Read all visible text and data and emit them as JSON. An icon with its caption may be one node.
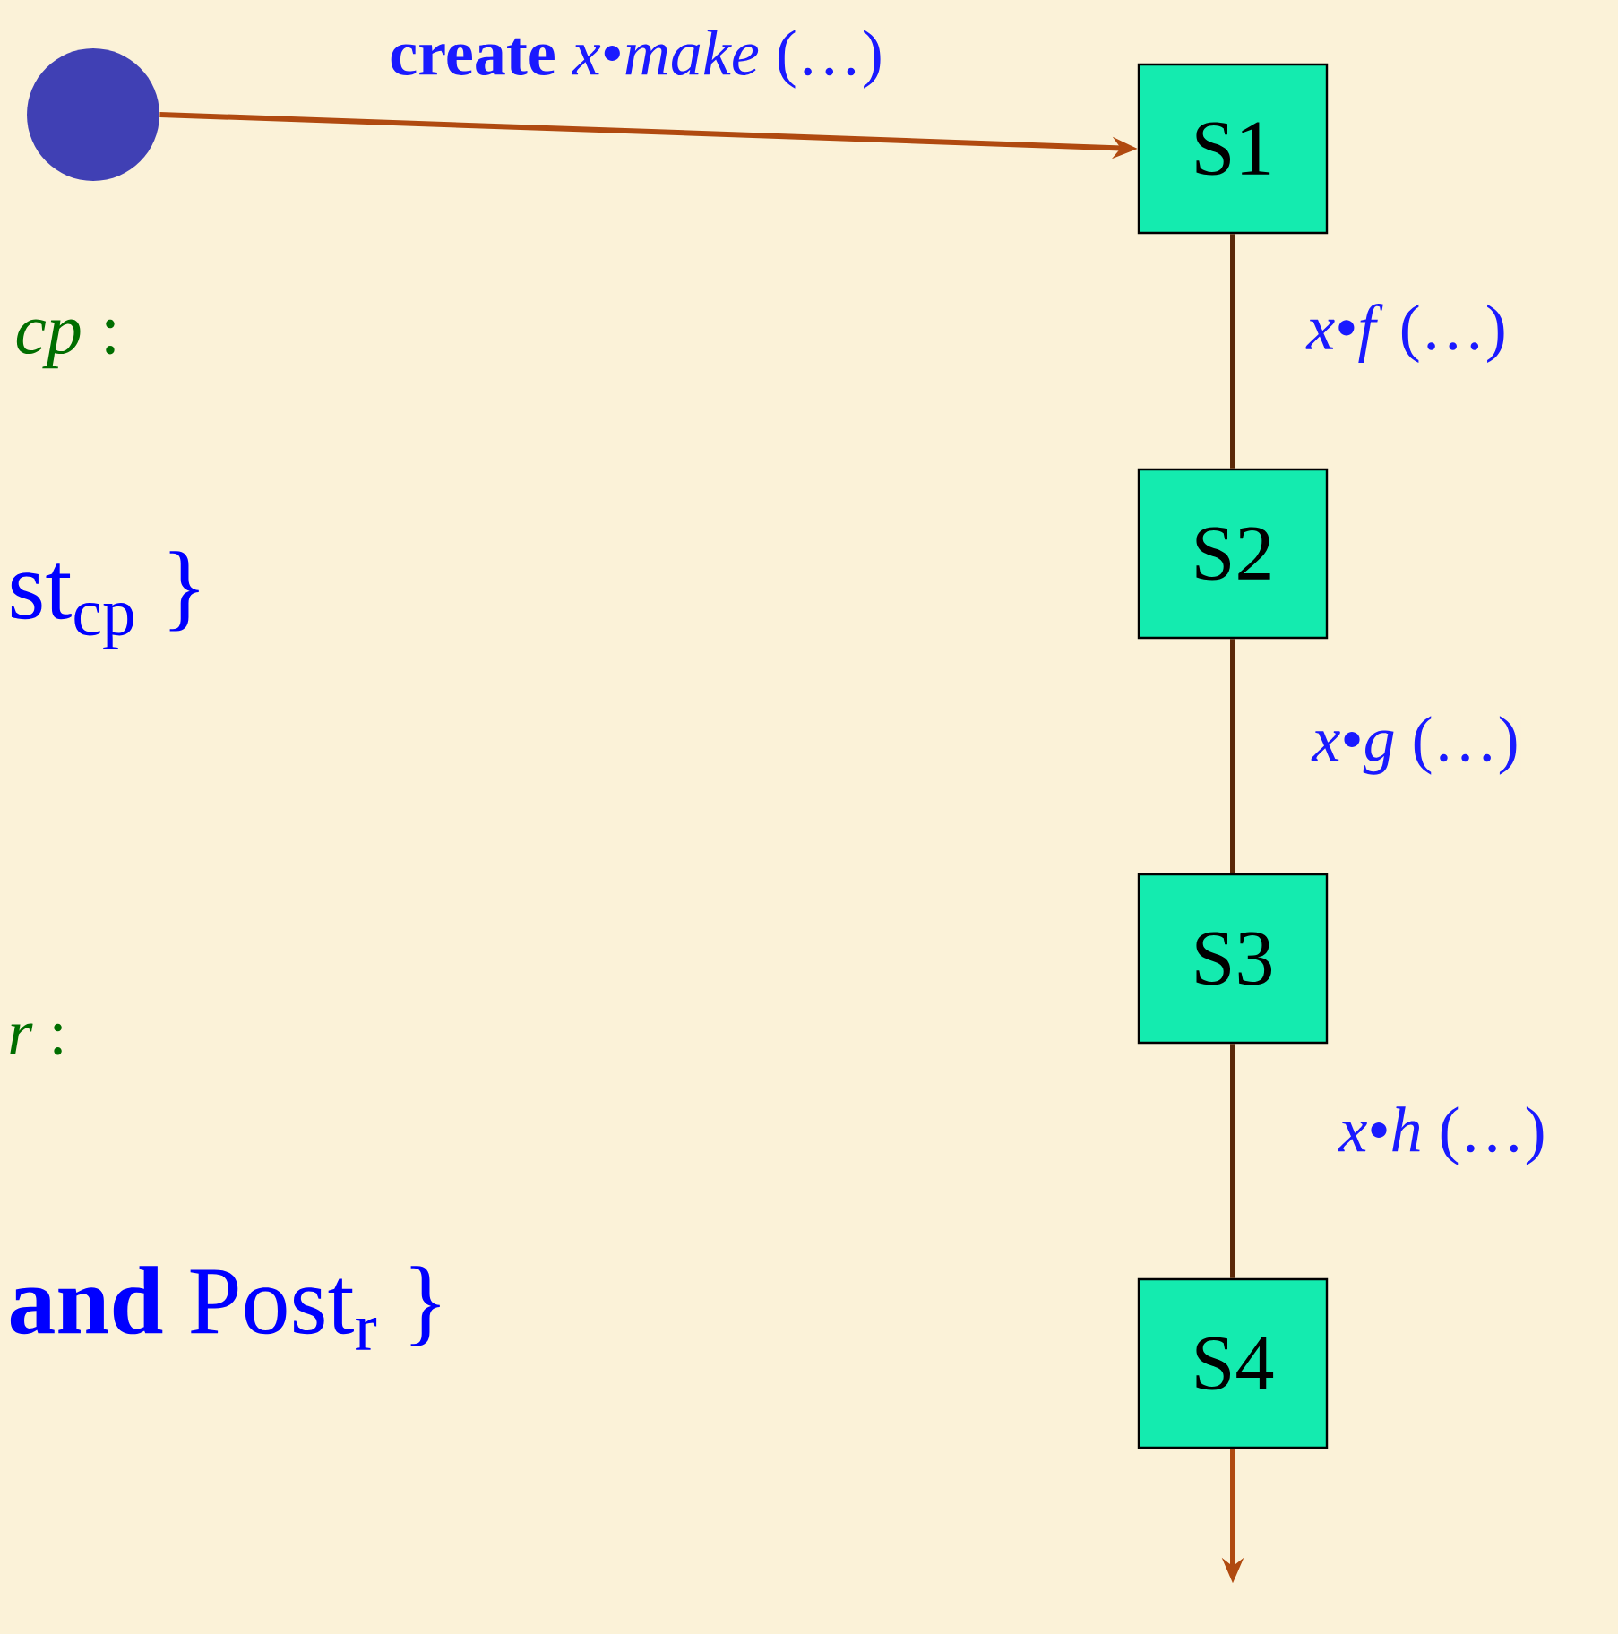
{
  "diagram": {
    "nodes": [
      {
        "text": [],
        "shape": "circle"
      },
      {
        "text": [
          "S1"
        ]
      },
      {
        "text": [
          "S2"
        ]
      },
      {
        "text": [
          "S3"
        ]
      },
      {
        "text": [
          "S4"
        ]
      }
    ],
    "edges": [
      {
        "from": 0,
        "to": 1,
        "arrow": "to",
        "label": "**create** *x*•*make* (…)",
        "color": "#b04a10"
      },
      {
        "from": 1,
        "to": 2,
        "arrow": "none",
        "label": "*x*•*f* (…)"
      },
      {
        "from": 2,
        "to": 3,
        "arrow": "none",
        "label": "*x*•*g* (…)"
      },
      {
        "from": 3,
        "to": 4,
        "arrow": "none",
        "label": "*x*•*h* (…)"
      },
      {
        "from": 4,
        "to": null,
        "arrow": "to",
        "color": "#b04a10"
      }
    ],
    "labels": [
      "*cp* :",
      "st$_{cp}$ }",
      "*r* :",
      "**and** Post$_{r}$ }"
    ]
  }
}
